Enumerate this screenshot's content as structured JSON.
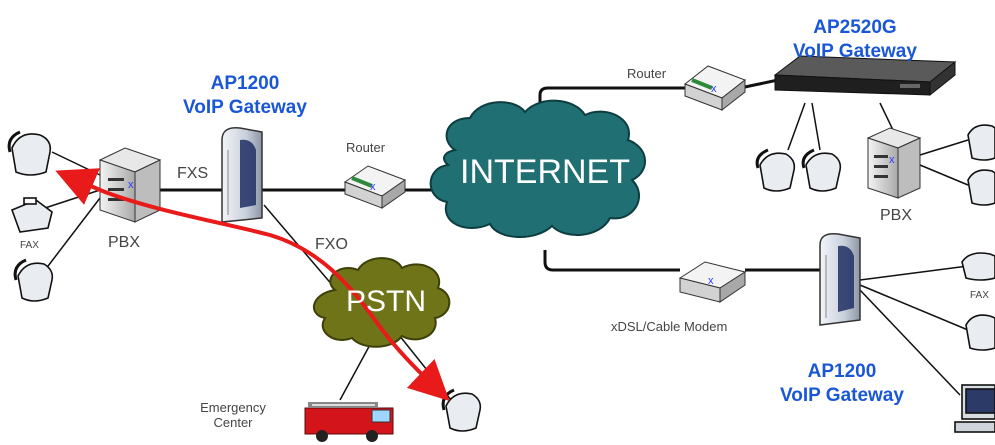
{
  "ap1200_left": {
    "name": "AP1200",
    "role": "VoIP Gateway"
  },
  "ap2520g": {
    "name": "AP2520G",
    "role": "VoIP Gateway"
  },
  "ap1200_right": {
    "name": "AP1200",
    "role": "VoIP Gateway"
  },
  "labels": {
    "pbx_left": "PBX",
    "pbx_right": "PBX",
    "fxs": "FXS",
    "fxo": "FXO",
    "router_mid": "Router",
    "router_top": "Router",
    "internet": "INTERNET",
    "pstn": "PSTN",
    "modem": "xDSL/Cable  Modem",
    "fax_left": "FAX",
    "fax_right": "FAX",
    "emergency_line1": "Emergency",
    "emergency_line2": "Center"
  },
  "colors": {
    "title_blue": "#1a57d6",
    "cloud_teal": "#1f6f73",
    "cloud_olive": "#6f7418",
    "call_path_red": "#e81a1a"
  }
}
